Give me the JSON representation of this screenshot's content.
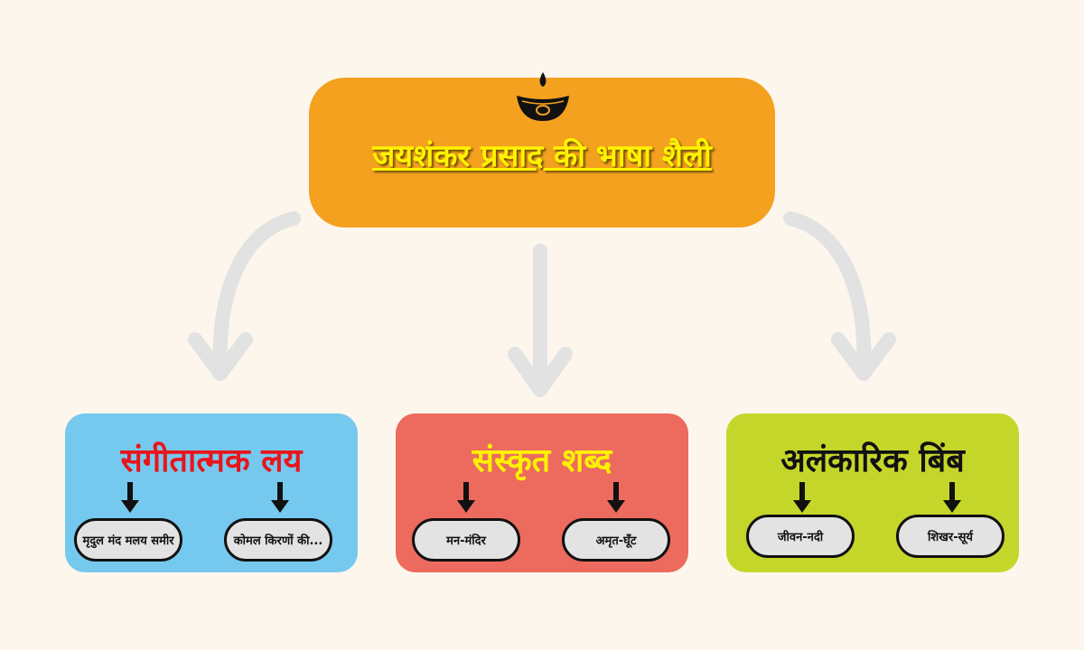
{
  "title": "जयशंकर प्रसाद की भाषा शैली",
  "lamp_icon": "diya-lamp-icon",
  "colors": {
    "background": "#fdf6ec",
    "top": "#f4a11f",
    "title": "#fff200",
    "music": "#76c9ee",
    "sanskrit": "#ec6b5e",
    "imagery": "#c5d62a",
    "connector": "#e2e2e2"
  },
  "branches": [
    {
      "heading": "संगीतात्मक लय",
      "heading_color": "#e8151b",
      "examples": [
        "मृदुल मंद मलय समीर",
        "कोमल किरणों की..."
      ]
    },
    {
      "heading": "संस्कृत शब्द",
      "heading_color": "#fff200",
      "examples": [
        "मन-मंदिर",
        "अमृत-घूँट"
      ]
    },
    {
      "heading": "अलंकारिक बिंब",
      "heading_color": "#111111",
      "examples": [
        "जीवन-नदी",
        "शिखर-सूर्य"
      ]
    }
  ]
}
